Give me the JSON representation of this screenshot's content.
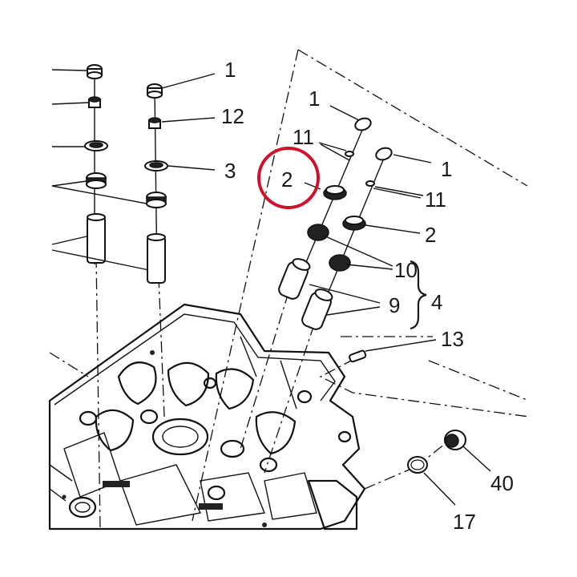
{
  "diagram": {
    "callouts": [
      "1",
      "12",
      "3",
      "1",
      "11",
      "2",
      "1",
      "11",
      "2",
      "10",
      "9",
      "4",
      "13",
      "40",
      "17"
    ],
    "highlight": {
      "color": "#d0112b"
    },
    "line_color": "#111111"
  }
}
